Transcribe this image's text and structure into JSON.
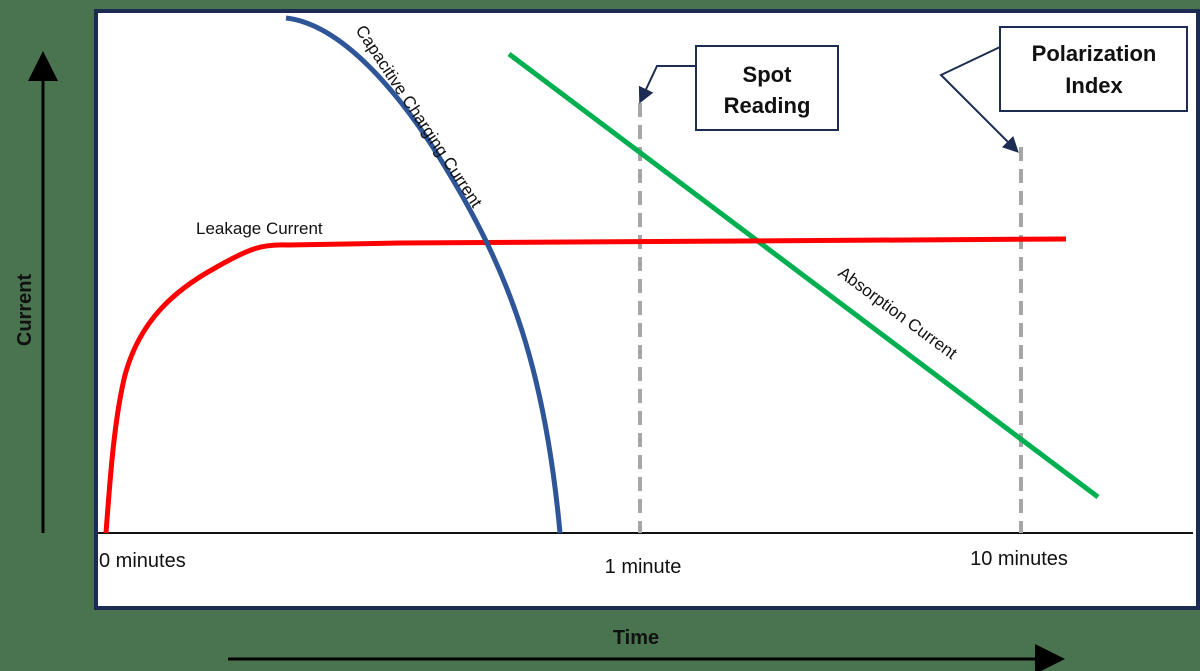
{
  "chart_data": {
    "type": "line",
    "title": "",
    "xlabel": "Time",
    "ylabel": "Current",
    "x_tick_labels": [
      "0 minutes",
      "1 minute",
      "10 minutes"
    ],
    "grid": false,
    "legend": "none (curves labeled inline)",
    "series": [
      {
        "name": "Leakage Current",
        "color": "#ff0000",
        "shape": "rises steeply from 0 then levels off to a near-constant value"
      },
      {
        "name": "Capacitive Charging Current",
        "color": "#2e5597",
        "shape": "starts high and decays to zero before 1 minute"
      },
      {
        "name": "Absorption Current",
        "color": "#00b050",
        "shape": "steady linear decline through 1 and 10 minutes"
      }
    ],
    "markers": [
      {
        "label": "Spot Reading",
        "at": "1 minute",
        "style": "dashed vertical line"
      },
      {
        "label": "Polarization Index",
        "at": "1 minute and 10 minutes",
        "style": "dashed vertical line"
      }
    ]
  },
  "labels": {
    "y_axis": "Current",
    "x_axis": "Time",
    "tick_0": "0 minutes",
    "tick_1": "1 minute",
    "tick_10": "10 minutes",
    "leakage": "Leakage Current",
    "capacitive": "Capacitive Charging Current",
    "absorption": "Absorption Current",
    "spot_line1": "Spot",
    "spot_line2": "Reading",
    "pi_line1": "Polarization",
    "pi_line2": "Index"
  },
  "colors": {
    "background": "#4a7350",
    "panel_border": "#1c2c52",
    "leakage": "#ff0000",
    "capacitive": "#2e5597",
    "absorption": "#00b050",
    "marker": "#a6a6a6",
    "callout_arrow": "#1c2c52"
  }
}
